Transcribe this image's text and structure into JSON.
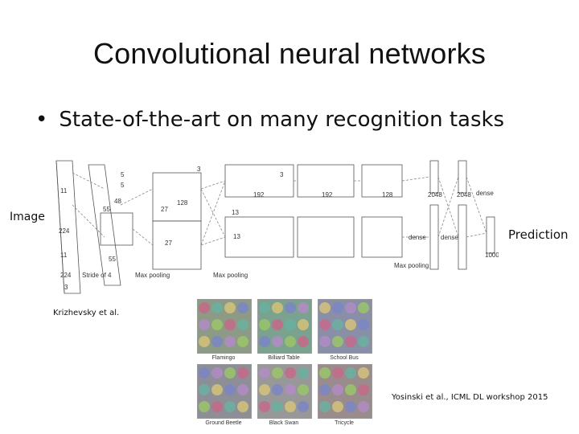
{
  "slide": {
    "title": "Convolutional neural networks",
    "bullet": "State-of-the-art on many recognition tasks",
    "image_label": "Image",
    "prediction_label": "Prediction",
    "credit_krizhevsky": "Krizhevsky et al.",
    "credit_yosinski": "Yosinski et al., ICML DL workshop 2015"
  },
  "architecture": {
    "dims": [
      "224",
      "224",
      "11",
      "11",
      "3",
      "5",
      "5",
      "48",
      "55",
      "55",
      "128",
      "27",
      "27",
      "3",
      "3",
      "192",
      "13",
      "13",
      "192",
      "128",
      "2048",
      "2048",
      "1000"
    ],
    "stride_label": "Stride of 4",
    "maxpool_label": "Max pooling",
    "dense_label": "dense"
  },
  "visualizations": {
    "captions": [
      "Flamingo",
      "Billiard Table",
      "School Bus",
      "Ground Beetle",
      "Black Swan",
      "Tricycle"
    ]
  }
}
